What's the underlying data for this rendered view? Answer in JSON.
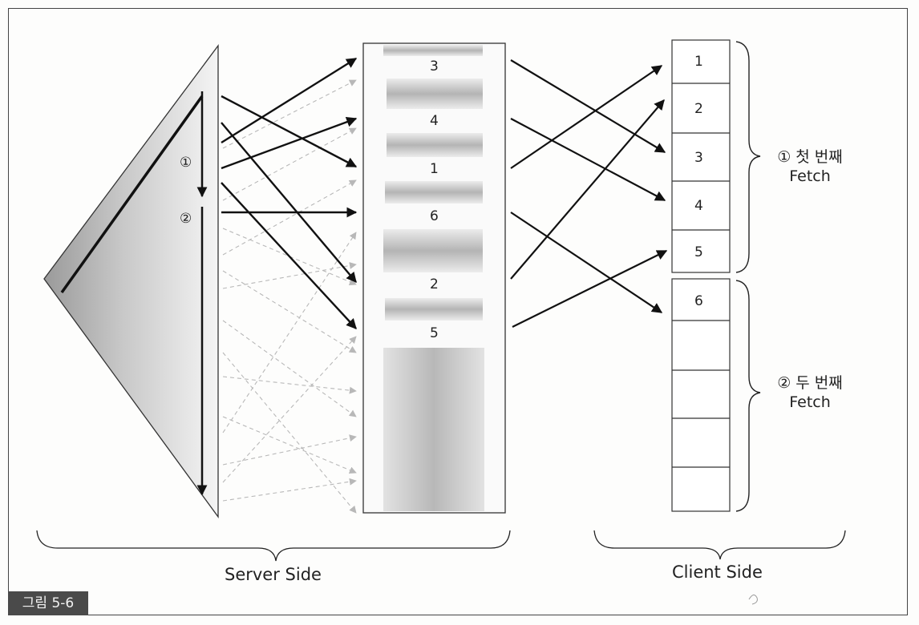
{
  "figure_tag": "그림 5-6",
  "index_steps": {
    "step1": "①",
    "step2": "②"
  },
  "table_blocks": [
    "3",
    "4",
    "1",
    "6",
    "2",
    "5"
  ],
  "client_cells": [
    "1",
    "2",
    "3",
    "4",
    "5",
    "6",
    "",
    "",
    "",
    ""
  ],
  "first_fetch": {
    "marker": "① 첫 번째",
    "word": "Fetch"
  },
  "second_fetch": {
    "marker": "② 두 번째",
    "word": "Fetch"
  },
  "server_side_label": "Server Side",
  "client_side_label": "Client Side"
}
